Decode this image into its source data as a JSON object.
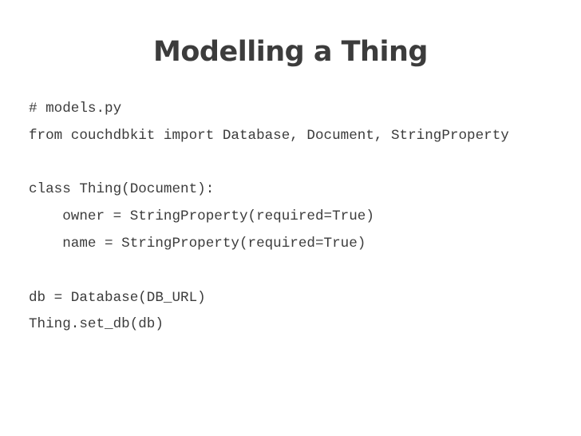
{
  "slide": {
    "title": "Modelling a Thing",
    "code_lines": [
      "# models.py",
      "from couchdbkit import Database, Document, StringProperty",
      "",
      "class Thing(Document):",
      "    owner = StringProperty(required=True)",
      "    name = StringProperty(required=True)",
      "",
      "db = Database(DB_URL)",
      "Thing.set_db(db)"
    ]
  }
}
